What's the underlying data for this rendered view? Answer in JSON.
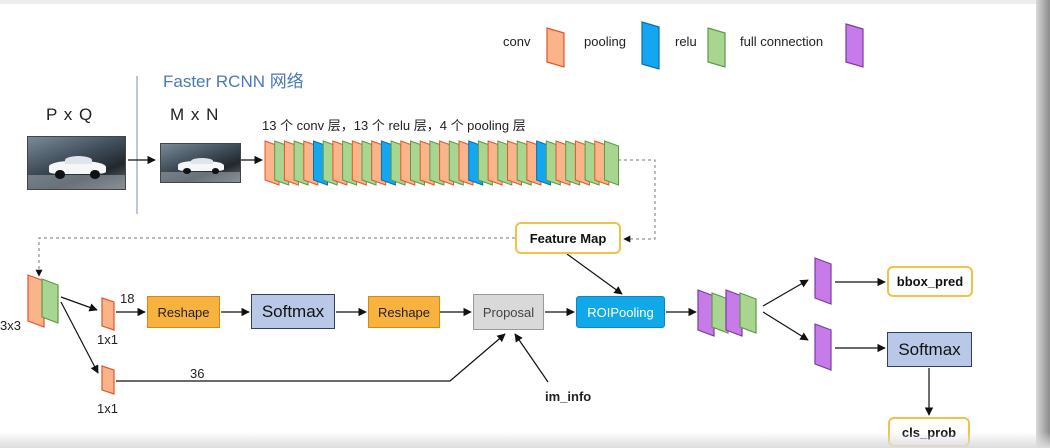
{
  "title": "Faster RCNN 网络",
  "legend": [
    {
      "label": "conv",
      "color": "#f9b48a",
      "stroke": "#e4552c"
    },
    {
      "label": "pooling",
      "color": "#14a6f0",
      "stroke": "#0b6fa8"
    },
    {
      "label": "relu",
      "color": "#a8d58f",
      "stroke": "#5c9a45"
    },
    {
      "label": "full connection",
      "color": "#c77be8",
      "stroke": "#7d3aa0"
    }
  ],
  "input": {
    "label": "P x Q"
  },
  "resized": {
    "label": "M x N"
  },
  "backbone_caption": "13 个 conv 层，13 个 relu 层，4 个 pooling 层",
  "feature_map": "Feature Map",
  "rpn": {
    "kernel_label": "3x3",
    "cls_kernel_label": "1x1",
    "reg_kernel_label": "1x1",
    "cls_channels": "18",
    "reg_channels": "36",
    "reshape1": "Reshape",
    "softmax": "Softmax",
    "reshape2": "Reshape",
    "proposal": "Proposal",
    "im_info": "im_info"
  },
  "roi_pooling": "ROIPooling",
  "head": {
    "bbox_pred": "bbox_pred",
    "softmax": "Softmax",
    "cls_prob": "cls_prob"
  }
}
